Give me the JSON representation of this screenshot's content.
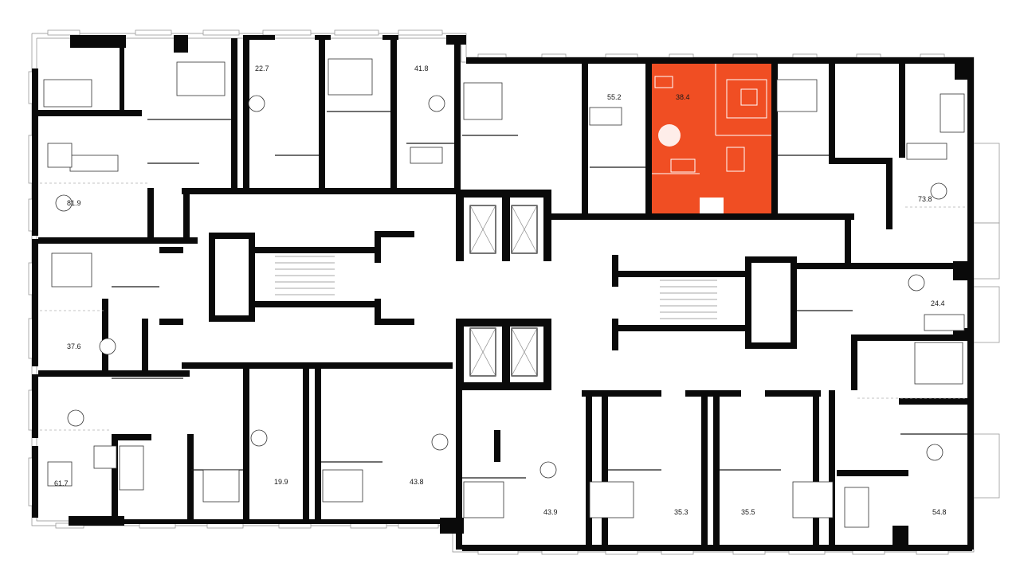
{
  "plan": {
    "highlight_color": "#f04e23",
    "wall_color": "#0a0a0a",
    "apartments": [
      {
        "id": "a1",
        "area": "22.7"
      },
      {
        "id": "a2",
        "area": "41.8"
      },
      {
        "id": "a3",
        "area": "55.2"
      },
      {
        "id": "a4",
        "area": "38.4",
        "selected": true
      },
      {
        "id": "a5",
        "area": "73.8"
      },
      {
        "id": "a6",
        "area": "81.9"
      },
      {
        "id": "a7",
        "area": "37.6"
      },
      {
        "id": "a8",
        "area": "24.4"
      },
      {
        "id": "a9",
        "area": "61.7"
      },
      {
        "id": "a10",
        "area": "19.9"
      },
      {
        "id": "a11",
        "area": "43.8"
      },
      {
        "id": "a12",
        "area": "43.9"
      },
      {
        "id": "a13",
        "area": "35.3"
      },
      {
        "id": "a14",
        "area": "35.5"
      },
      {
        "id": "a15",
        "area": "54.8"
      }
    ]
  }
}
